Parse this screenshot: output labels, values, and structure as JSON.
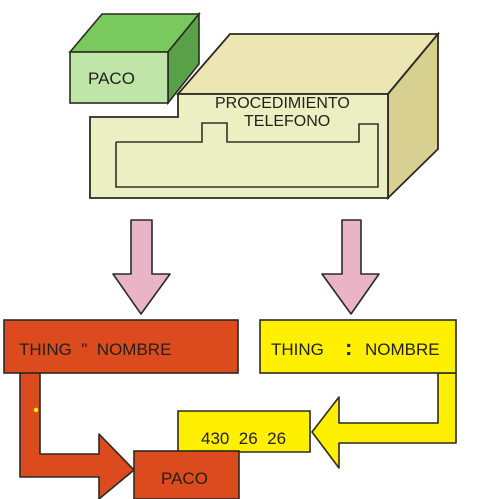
{
  "diagram": {
    "procedure_label_line1": "PROCEDIMIENTO",
    "procedure_label_line2": "TELEFONO",
    "input_block_label": "PACO",
    "left_box_label": "THING  \"  NOMBRE",
    "right_box_label_left": "THING",
    "right_box_label_symbol": ":",
    "right_box_label_right": "NOMBRE",
    "result_value_label": "430  26  26",
    "result_name_label": "PACO"
  },
  "colors": {
    "green_block": "#5aa046",
    "green_block_top": "#79c95e",
    "green_block_front": "#bfe6a8",
    "procedure_box_front": "#ebefc2",
    "procedure_box_top": "#ece6b5",
    "procedure_box_side": "#d8d090",
    "pink_arrow": "#e9b3c8",
    "red_box": "#dc4b1e",
    "yellow_box": "#ffef00",
    "outline": "#2b2a24"
  }
}
